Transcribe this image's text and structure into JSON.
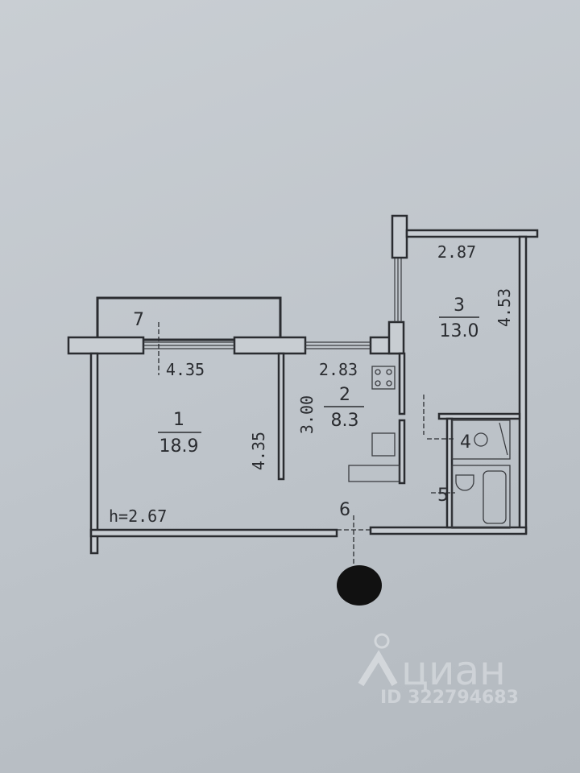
{
  "plan": {
    "rooms": [
      {
        "number": "1",
        "area": "18.9"
      },
      {
        "number": "2",
        "area": "8.3"
      },
      {
        "number": "3",
        "area": "13.0"
      },
      {
        "number": "4"
      },
      {
        "number": "5"
      },
      {
        "number": "6"
      },
      {
        "number": "7"
      }
    ],
    "dimensions": {
      "room1_width": "4.35",
      "room1_length": "4.35",
      "room2_width": "2.83",
      "room2_length": "3.00",
      "room3_width": "2.87",
      "room3_length": "4.53"
    },
    "ceiling_height": "h=2.67"
  },
  "watermark": {
    "brand": "циан",
    "id": "ID 322794683"
  }
}
